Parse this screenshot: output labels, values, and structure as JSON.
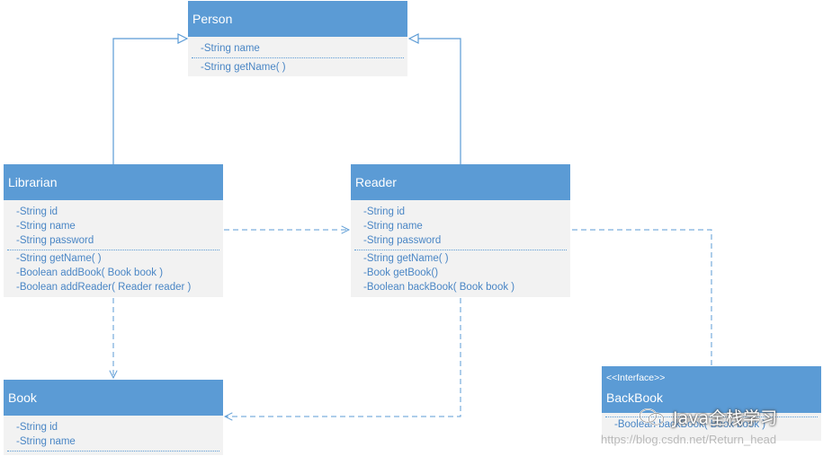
{
  "classes": {
    "person": {
      "name": "Person",
      "attributes": [
        "-String name"
      ],
      "methods": [
        "-String getName( )"
      ]
    },
    "librarian": {
      "name": "Librarian",
      "attributes": [
        "-String id",
        "-String name",
        "-String password"
      ],
      "methods": [
        "-String getName( )",
        "-Boolean addBook( Book book )",
        "-Boolean addReader( Reader reader )"
      ]
    },
    "reader": {
      "name": "Reader",
      "attributes": [
        "-String id",
        "-String name",
        "-String password"
      ],
      "methods": [
        "-String getName( )",
        "-Book getBook()",
        "-Boolean backBook( Book book )"
      ]
    },
    "book": {
      "name": "Book",
      "attributes": [
        "-String id",
        "-String name"
      ]
    },
    "backbook": {
      "stereotype": "<<Interface>>",
      "name": "BackBook",
      "methods": [
        "-Boolean backBook( Book book )"
      ]
    }
  },
  "watermark": {
    "text": "Java全栈学习",
    "url": "https://blog.csdn.net/Return_head"
  },
  "colors": {
    "header": "#5b9bd5",
    "body": "#f2f2f2",
    "text": "#4a86c5",
    "line": "#5b9bd5"
  }
}
